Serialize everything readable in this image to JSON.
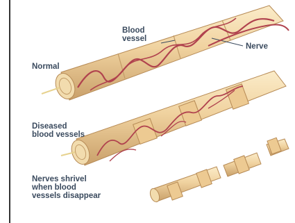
{
  "labels": {
    "blood_vessel": "Blood\nvessel",
    "nerve": "Nerve",
    "normal": "Normal",
    "diseased": "Diseased\nblood vessels",
    "shrivel": "Nerves shrivel\nwhen blood\nvessels disappear"
  },
  "colors": {
    "nerve_fill": "#f0d29f",
    "nerve_shadow": "#c9a06a",
    "nerve_highlight": "#fbecc9",
    "vessel": "#b0424e",
    "label_text": "#3a4a5e",
    "frame_line": "#333333"
  },
  "stages": [
    "normal",
    "diseased-blood-vessels",
    "nerves-shrivel"
  ]
}
